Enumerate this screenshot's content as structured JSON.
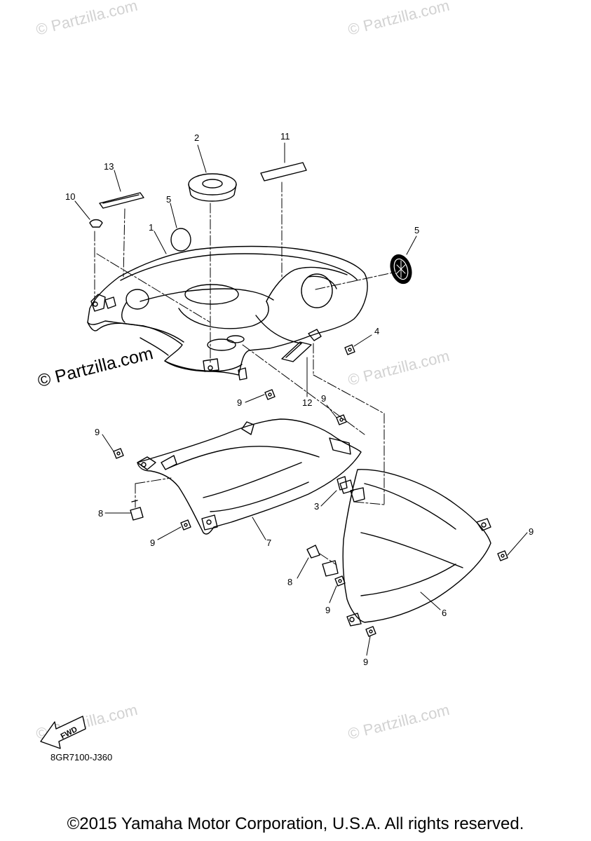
{
  "watermarks": [
    "© Partzilla.com",
    "© Partzilla.com",
    "© Partzilla.com",
    "© Partzilla.com",
    "© Partzilla.com",
    "© Partzilla.com"
  ],
  "main_watermark": "© Partzilla.com",
  "callouts": {
    "c1": "1",
    "c2": "2",
    "c3": "3",
    "c4": "4",
    "c5a": "5",
    "c5b": "5",
    "c6": "6",
    "c7": "7",
    "c8a": "8",
    "c8b": "8",
    "c9a": "9",
    "c9b": "9",
    "c9c": "9",
    "c9d": "9",
    "c9e": "9",
    "c9f": "9",
    "c9g": "9",
    "c10": "10",
    "c11": "11",
    "c12": "12",
    "c13": "13"
  },
  "fwd_label": "FWD",
  "diagram_code": "8GR7100-J360",
  "copyright": "©2015 Yamaha Motor Corporation, U.S.A. All rights reserved."
}
